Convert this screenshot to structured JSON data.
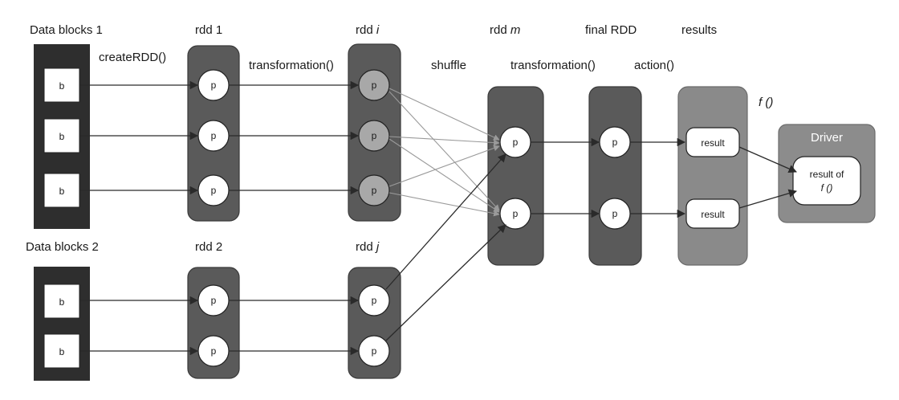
{
  "labels": {
    "data_blocks_1": "Data blocks 1",
    "data_blocks_2": "Data blocks 2",
    "create_rdd": "createRDD()",
    "rdd1": "rdd 1",
    "rdd2": "rdd 2",
    "transformation1": "transformation()",
    "rddi_prefix": "rdd ",
    "rddi_var": "i",
    "rddj_prefix": "rdd ",
    "rddj_var": "j",
    "shuffle": "shuffle",
    "rddm_prefix": "rdd ",
    "rddm_var": "m",
    "transformation2": "transformation()",
    "final_rdd": "final RDD",
    "action": "action()",
    "results": "results",
    "f_label": "f ()",
    "driver": "Driver"
  },
  "nodes": {
    "block": "b",
    "partition": "p",
    "result": "result",
    "driver_result_line1": "result of",
    "driver_result_line2": "f ()"
  }
}
